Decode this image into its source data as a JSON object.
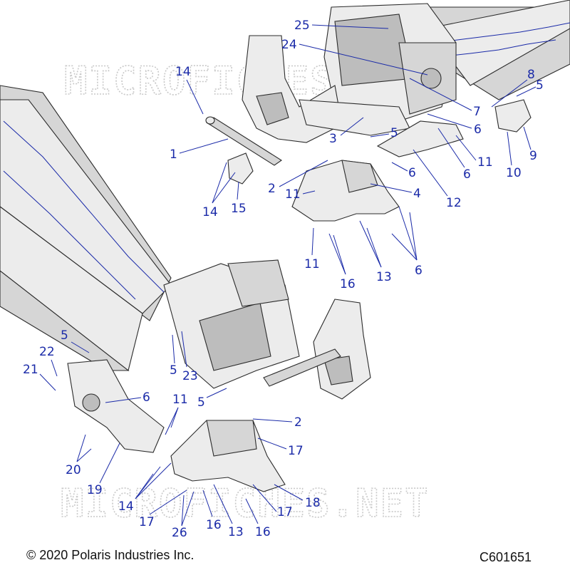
{
  "watermark": "MICROFICHES.NET",
  "copyright": "© 2020 Polaris Industries Inc.",
  "diagram_code": "C601651",
  "callouts": [
    {
      "id": "c25",
      "label": "25"
    },
    {
      "id": "c24",
      "label": "24"
    },
    {
      "id": "c14a",
      "label": "14"
    },
    {
      "id": "c8",
      "label": "8"
    },
    {
      "id": "c5a",
      "label": "5"
    },
    {
      "id": "c7",
      "label": "7"
    },
    {
      "id": "c6a",
      "label": "6"
    },
    {
      "id": "c3",
      "label": "3"
    },
    {
      "id": "c5b",
      "label": "5"
    },
    {
      "id": "c9",
      "label": "9"
    },
    {
      "id": "c1",
      "label": "1"
    },
    {
      "id": "c11a",
      "label": "11"
    },
    {
      "id": "c6b",
      "label": "6"
    },
    {
      "id": "c6c",
      "label": "6"
    },
    {
      "id": "c10",
      "label": "10"
    },
    {
      "id": "c2a",
      "label": "2"
    },
    {
      "id": "c11b",
      "label": "11"
    },
    {
      "id": "c4",
      "label": "4"
    },
    {
      "id": "c12",
      "label": "12"
    },
    {
      "id": "c14b",
      "label": "14"
    },
    {
      "id": "c15",
      "label": "15"
    },
    {
      "id": "c11c",
      "label": "11"
    },
    {
      "id": "c16a",
      "label": "16"
    },
    {
      "id": "c13a",
      "label": "13"
    },
    {
      "id": "c6d",
      "label": "6"
    },
    {
      "id": "c5c",
      "label": "5"
    },
    {
      "id": "c22",
      "label": "22"
    },
    {
      "id": "c21",
      "label": "21"
    },
    {
      "id": "c5d",
      "label": "5"
    },
    {
      "id": "c23",
      "label": "23"
    },
    {
      "id": "c6e",
      "label": "6"
    },
    {
      "id": "c5e",
      "label": "5"
    },
    {
      "id": "c11d",
      "label": "11"
    },
    {
      "id": "c2b",
      "label": "2"
    },
    {
      "id": "c17a",
      "label": "17"
    },
    {
      "id": "c20",
      "label": "20"
    },
    {
      "id": "c19",
      "label": "19"
    },
    {
      "id": "c18",
      "label": "18"
    },
    {
      "id": "c14c",
      "label": "14"
    },
    {
      "id": "c17b",
      "label": "17"
    },
    {
      "id": "c17c",
      "label": "17"
    },
    {
      "id": "c26",
      "label": "26"
    },
    {
      "id": "c16b",
      "label": "16"
    },
    {
      "id": "c13b",
      "label": "13"
    },
    {
      "id": "c16c",
      "label": "16"
    }
  ]
}
